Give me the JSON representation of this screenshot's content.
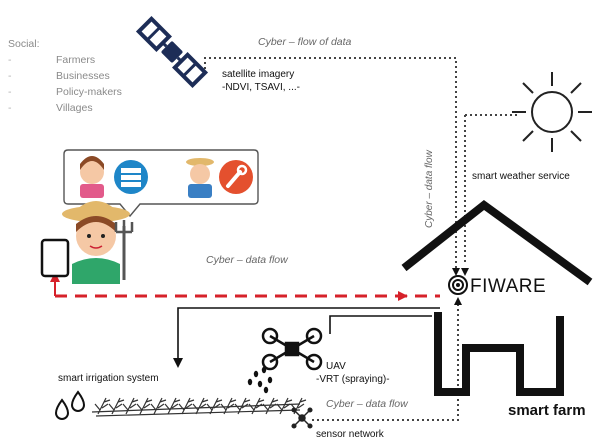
{
  "social": {
    "title": "Social:",
    "items": [
      "Farmers",
      "Businesses",
      "Policy-makers",
      "Villages"
    ]
  },
  "flows": {
    "top": "Cyber – flow of data",
    "vertical": "Cyber – data flow",
    "middle": "Cyber – data flow",
    "bottom": "Cyber – data flow"
  },
  "satellite": {
    "title": "satellite imagery",
    "indices": "-NDVI, TSAVI, ...-"
  },
  "weather": {
    "label": "smart weather service"
  },
  "fiware": {
    "label": "FIWARE"
  },
  "uav": {
    "title": "UAV",
    "subtitle": "-VRT (spraying)-"
  },
  "irrigation": {
    "label": "smart irrigation system"
  },
  "sensor": {
    "label": "sensor network"
  },
  "farm": {
    "label": "smart farm"
  },
  "colors": {
    "red_flow": "#d6212a",
    "line": "#111111",
    "dotted": "#444444",
    "person_shirt": "#2fa66a",
    "hat": "#e2b86b"
  }
}
